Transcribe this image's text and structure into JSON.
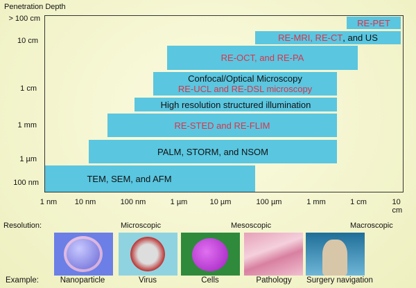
{
  "y_axis": {
    "title": "Penetration Depth",
    "ticks": [
      "> 100 cm",
      "10 cm",
      "1 cm",
      "1 mm",
      "1 µm",
      "100 nm"
    ]
  },
  "x_axis": {
    "ticks": [
      "1 nm",
      "10 nm",
      "100 nm",
      "1 µm",
      "10 µm",
      "100 µm",
      "1 mm",
      "1 cm",
      "10 cm"
    ]
  },
  "bars": {
    "pet": "RE-PET",
    "mri_red": "RE-MRI, RE-CT",
    "mri_black": ", and US",
    "oct": "RE-OCT, and RE-PA",
    "confocal": "Confocal/Optical Microscopy",
    "ucl": "RE-UCL and RE-DSL microscopy",
    "sim": "High resolution structured illumination",
    "sted": "RE-STED and RE-FLIM",
    "palm": "PALM, STORM, and NSOM",
    "tem": "TEM, SEM, and AFM"
  },
  "colors": {
    "bar": "#5ac6e0",
    "red_text": "#d8354a",
    "background": "#f3f3c8"
  },
  "resolution": {
    "label": "Resolution:",
    "levels": [
      "Microscopic",
      "Mesoscopic",
      "Macroscopic"
    ]
  },
  "example": {
    "label": "Example:",
    "items": [
      "Nanoparticle",
      "Virus",
      "Cells",
      "Pathology",
      "Surgery navigation"
    ]
  }
}
